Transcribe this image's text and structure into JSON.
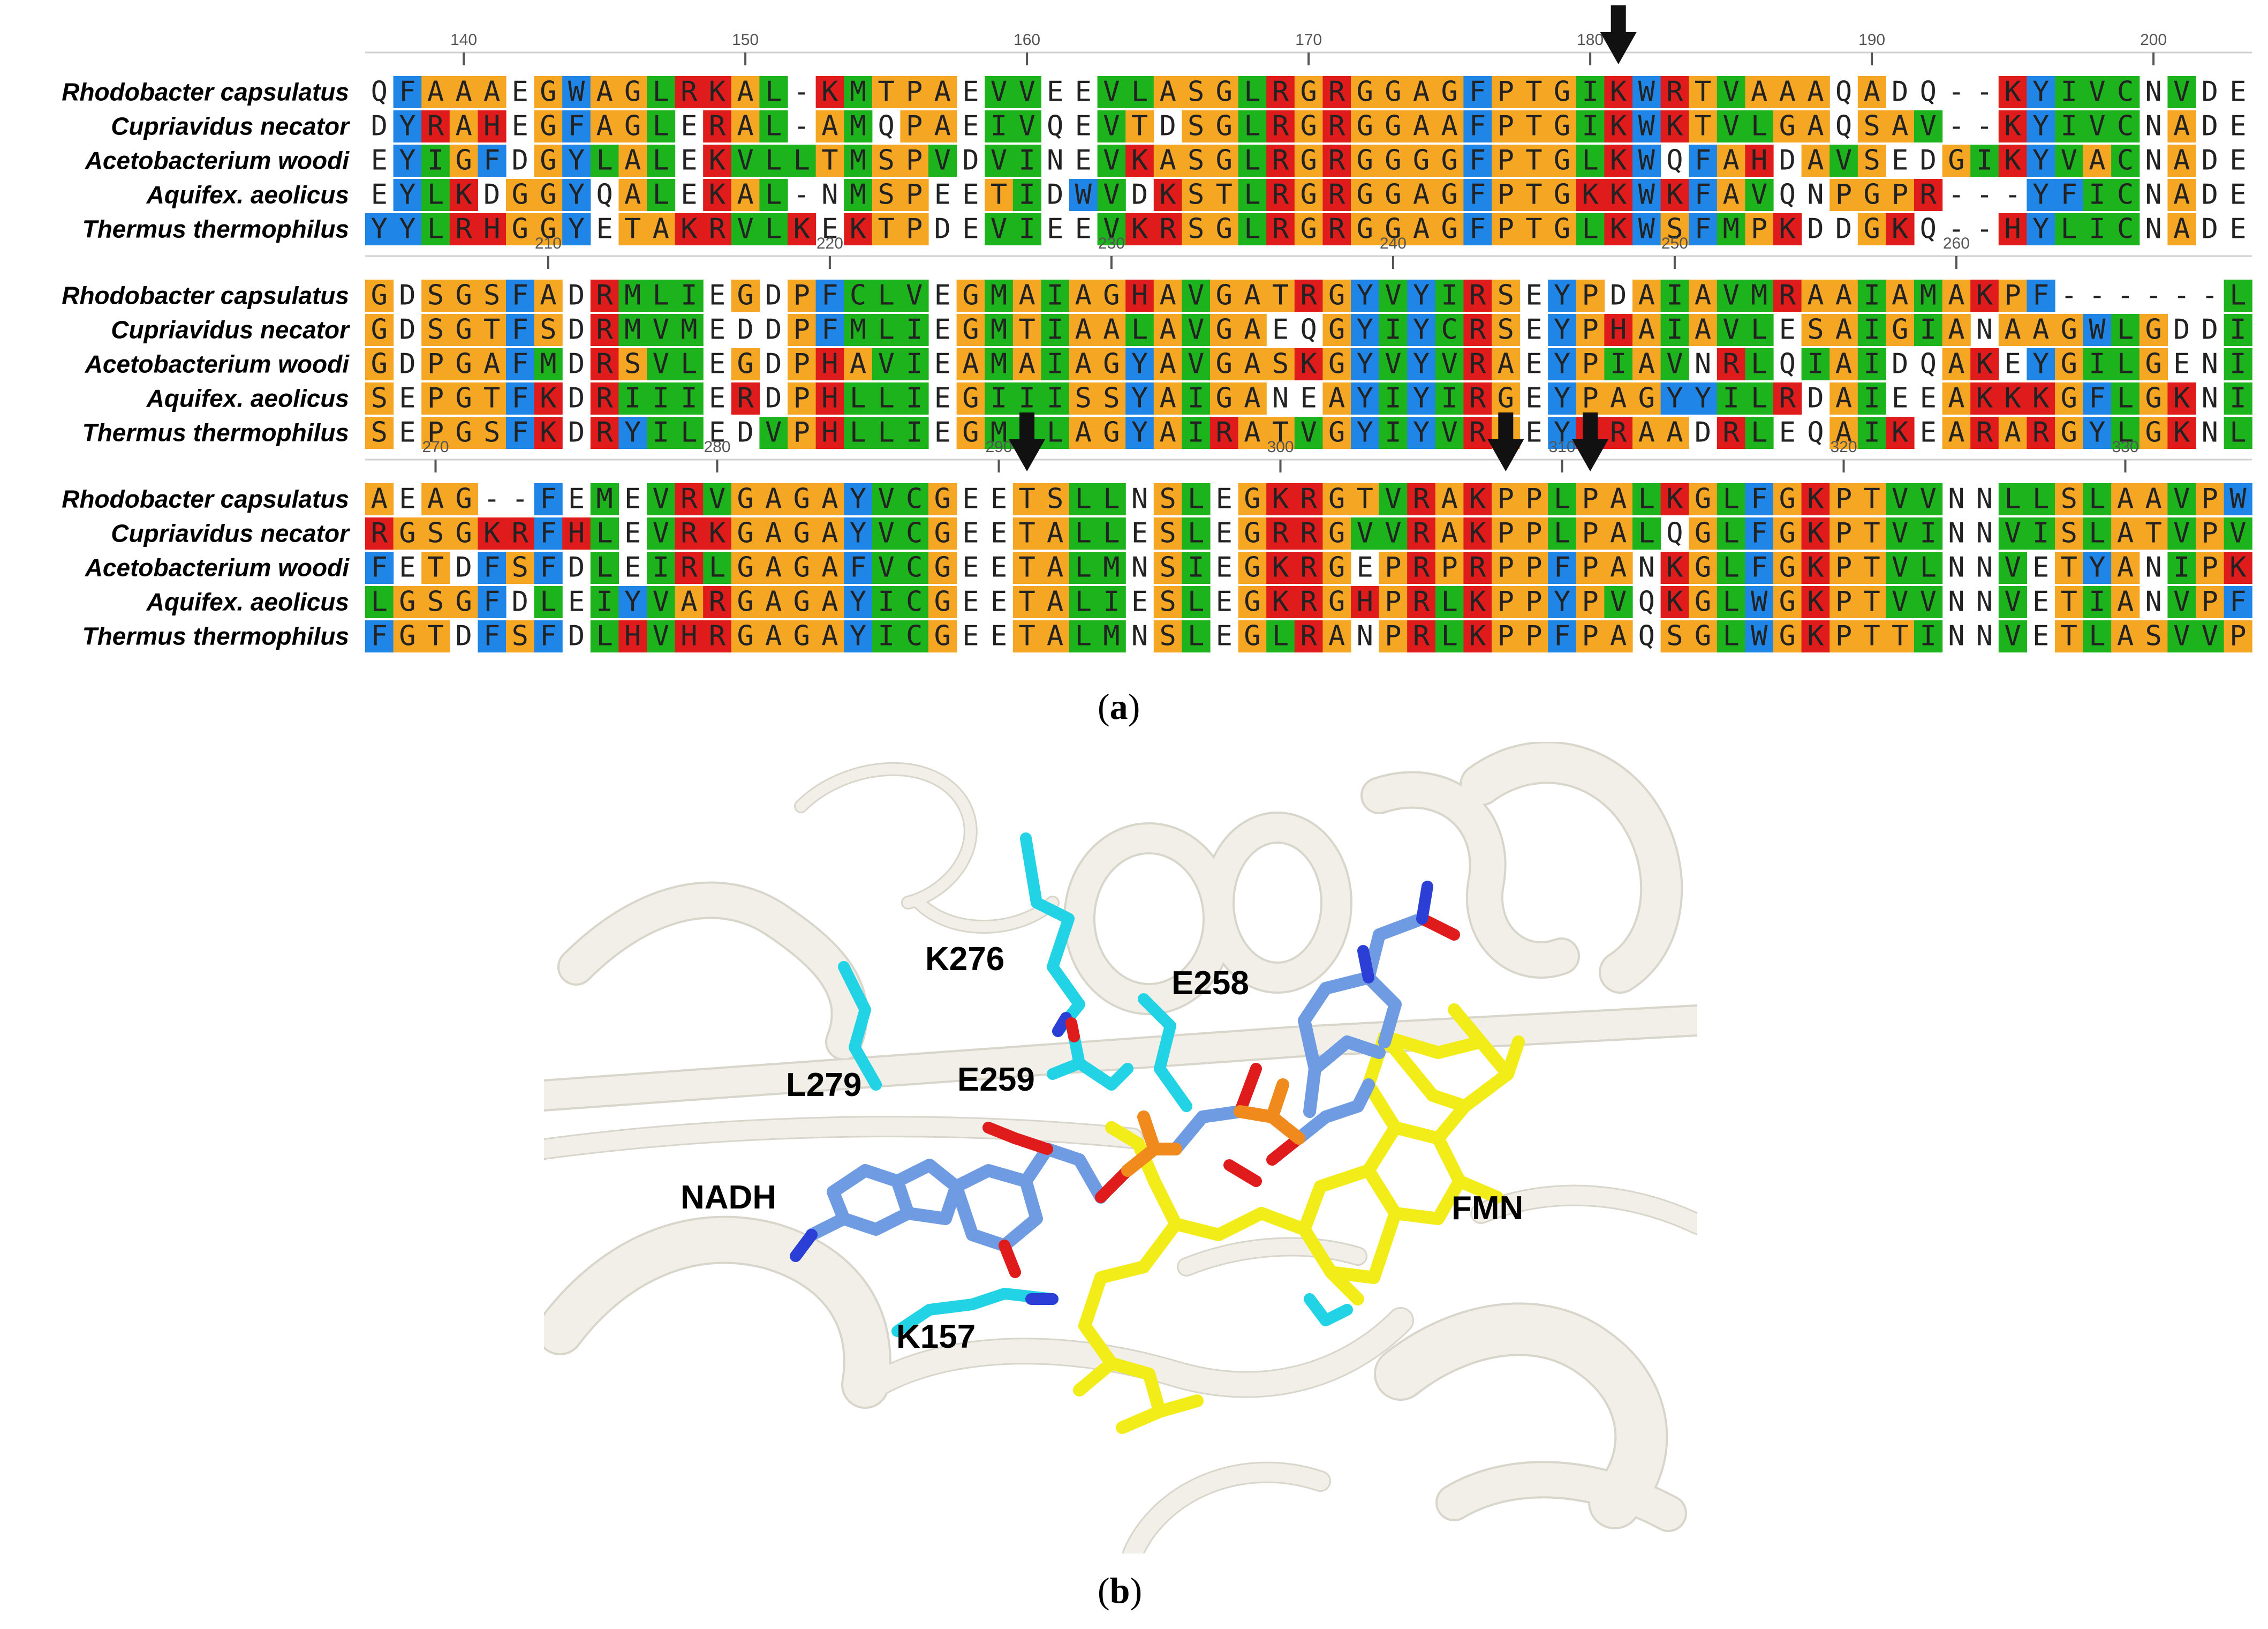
{
  "panel_labels": {
    "a": {
      "open": "(",
      "letter": "a",
      "close": ")"
    },
    "b": {
      "open": "(",
      "letter": "b",
      "close": ")"
    }
  },
  "alignment": {
    "species": [
      "Rhodobacter capsulatus",
      "Cupriavidus necator",
      "Acetobacterium woodi",
      "Aquifex. aeolicus",
      "Thermus thermophilus"
    ],
    "blocks": [
      {
        "start": 137,
        "rows": [
          "QFAAAEGWAGLRKAL-KMTPAEVVEEVLASGLRGRGGAGFPTGIKWRTVAAAQADQ--KYIVCNVDE",
          "DYRAHEGFAGLERAL-AMQPAEIVQEVTDSGLRGRGGAAFPTGIKWKTVLGAQSAV--KYIVCNADE",
          "EYIGFDGYLALEKVLLTMSPVDVINEVKASGLRGRGGGGFPTGLKWQFAHDAVSEDGIKYVACNADE",
          "EYLKDGGYQALEKAL-NMSPEETIDWVDKSTLRGRGGAGFPTGKKWKFAVQNPGPR---YFICNADE",
          "YYLRHGGYETAKRVLKEKTPDEVIEEVKRSGLRGRGGAGFPTGLKWSFMPKDDGKQ--HYLICNADE"
        ],
        "ticks": [
          {
            "col": 3,
            "label": "140"
          },
          {
            "col": 13,
            "label": "150"
          },
          {
            "col": 23,
            "label": "160"
          },
          {
            "col": 33,
            "label": "170"
          },
          {
            "col": 43,
            "label": "180"
          },
          {
            "col": 53,
            "label": "190"
          },
          {
            "col": 63,
            "label": "200"
          }
        ],
        "arrows": [
          44
        ]
      },
      {
        "start": 204,
        "rows": [
          "GDSGSFADRMLIEGDPFCLVEGMAIAGHAVGATRGYVYIRSEYPDAIAVMRAAIAMAKPF------L",
          "GDSGTFSDRMVMEDDPFMLIEGMTIAALAVGAEQGYIYCRSEYPHAIAVLESAIGIANAAGWLGDDI",
          "GDPGAFMDRSVLEGDPHAVIEAMAIAGYAVGASKGYVYVRAEYPIAVNRLQIAIDQAKEYGILGENI",
          "SEPGTFKDRIIIERDPHLLIEGIIISSYAIGANEAYIYIRGEYPAGYYILRDAIEEAKKKGFLGKNI",
          "SEPGSFKDRYILEDVPHLLIEGMILAGYAIRATVGYIYVRGEYRRAADRLEQAIKEARARGYLGKNL"
        ],
        "ticks": [
          {
            "col": 6,
            "label": "210"
          },
          {
            "col": 16,
            "label": "220"
          },
          {
            "col": 26,
            "label": "230"
          },
          {
            "col": 36,
            "label": "240"
          },
          {
            "col": 46,
            "label": "250"
          },
          {
            "col": 56,
            "label": "260"
          }
        ],
        "arrows": []
      },
      {
        "start": 268,
        "rows": [
          "AEAG--FEMEVRVGAGAYVCGEETSLLNSLEGKRGTVRAKPPLPALKGLFGKPTVVNNLLSLAAVPW",
          "RGSGKRFHLEVRKGAGAYVCGEETALLESLEGRRGVVRAKPPLPALQGLFGKPTVINNVISLATVPV",
          "FETDFSFDLEIRLGAGAFVCGEETALMNSIEGKRGEPRPRPPFPANKGLFGKPTVLNNVETYANIPK",
          "LGSGFDLEIYVARGAGAYICGEETALIESLEGKRGHPRLKPPYPVQKGLWGKPTVVNNVETIANVPF",
          "FGTDFSFDLHVHRGAGAYICGEETALMNSLEGLRANPRLKPPFPAQSGLWGKPTTINNVETLASVVP"
        ],
        "ticks": [
          {
            "col": 2,
            "label": "270"
          },
          {
            "col": 12,
            "label": "280"
          },
          {
            "col": 22,
            "label": "290"
          },
          {
            "col": 32,
            "label": "300"
          },
          {
            "col": 42,
            "label": "310"
          },
          {
            "col": 52,
            "label": "320"
          },
          {
            "col": 62,
            "label": "330"
          }
        ],
        "arrows": [
          23,
          40,
          43
        ]
      }
    ],
    "colors": {
      "orange": "#f5a623",
      "green": "#1db31d",
      "red": "#e01b1b",
      "blue": "#1f86e8",
      "white": "#ffffff"
    },
    "residue_classes": {
      "orange": "AGPST",
      "green": "ILMVC",
      "red": "KRH",
      "blue": "FWY",
      "white": "DENQ-"
    }
  },
  "structure": {
    "labels": [
      {
        "id": "k276",
        "text": "K276",
        "color": "#1aa3e8"
      },
      {
        "id": "e258",
        "text": "E258",
        "color": "#1aa3e8"
      },
      {
        "id": "l279",
        "text": "L279",
        "color": "#1aa3e8"
      },
      {
        "id": "e259",
        "text": "E259",
        "color": "#1aa3e8"
      },
      {
        "id": "nadh",
        "text": "NADH",
        "color": "#3f6fc9"
      },
      {
        "id": "fmn",
        "text": "FMN",
        "color": "#e8d40f"
      },
      {
        "id": "k157",
        "text": "K157",
        "color": "#1aa3e8"
      }
    ],
    "colors": {
      "ribbon": "#f1efe8",
      "ribbon_edge": "#d8d5cb",
      "cyan": "#22d3e6",
      "nadh": "#6f9be3",
      "fmn": "#f2ec18",
      "oxygen": "#e01b1b",
      "nitrogen": "#2b3fd6",
      "phosphorus": "#f08a1c"
    }
  }
}
